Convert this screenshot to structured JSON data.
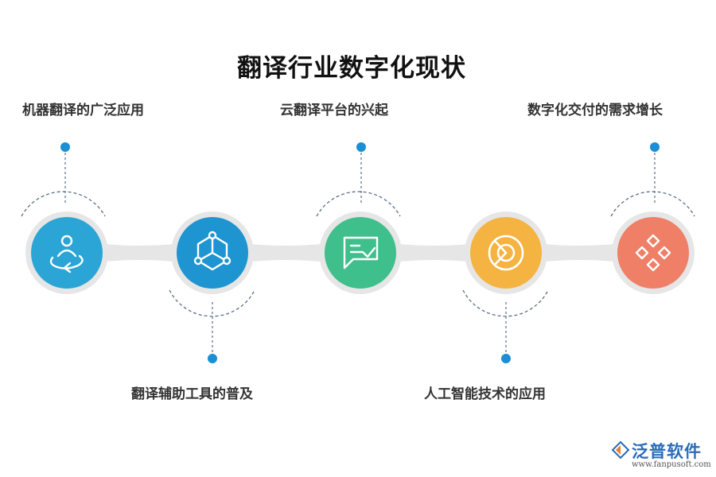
{
  "title": "翻译行业数字化现状",
  "stages": [
    {
      "label": "机器翻译的广泛应用",
      "icon": "person-rotate-icon",
      "color": "#2aa5d6"
    },
    {
      "label": "翻译辅助工具的普及",
      "icon": "network-hexagon-icon",
      "color": "#1e95d0"
    },
    {
      "label": "云翻译平台的兴起",
      "icon": "chat-check-icon",
      "color": "#3fbf8c"
    },
    {
      "label": "人工智能技术的应用",
      "icon": "donut-chart-icon",
      "color": "#f5b342"
    },
    {
      "label": "数字化交付的需求增长",
      "icon": "diamond-grid-icon",
      "color": "#ef7f66"
    }
  ],
  "brand": {
    "name": "泛普软件",
    "url": "www.fanpusoft.com"
  }
}
